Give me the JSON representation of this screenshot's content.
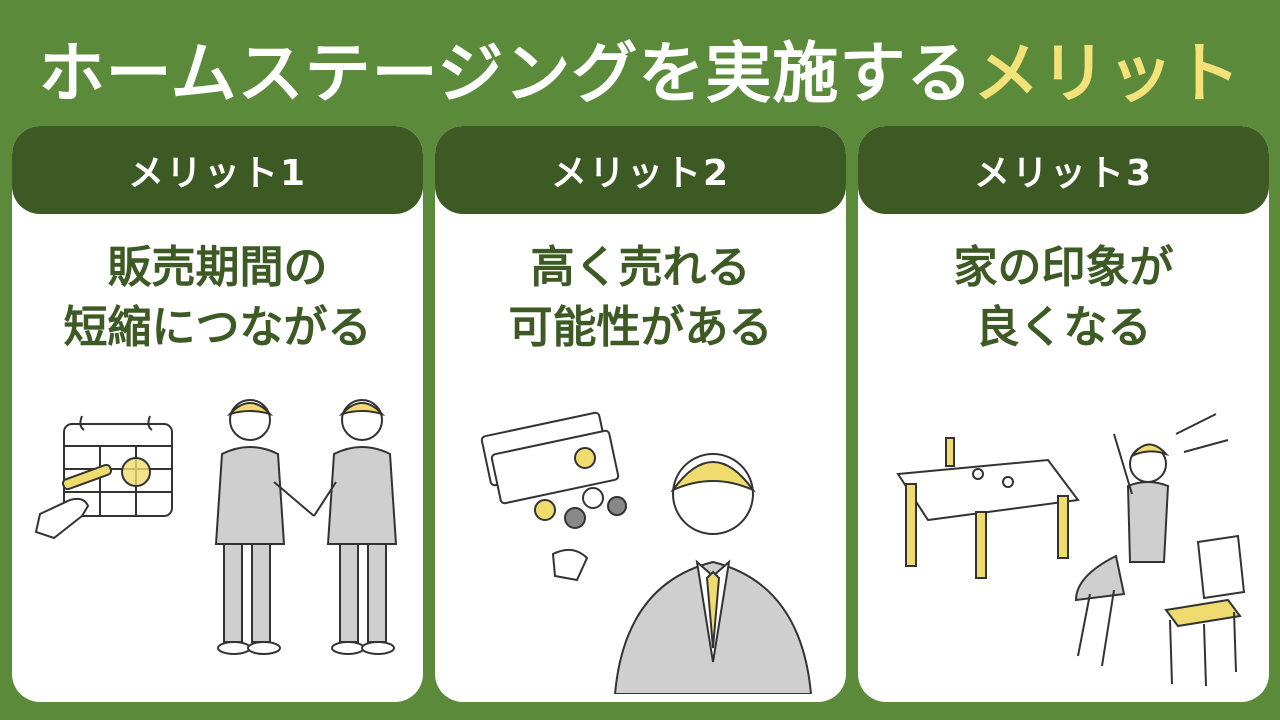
{
  "title": {
    "main": "ホームステージングを実施する",
    "accent": "メリット"
  },
  "cards": [
    {
      "header": "メリット1",
      "line1": "販売期間の",
      "line2": "短縮につながる",
      "illustration": "calendar-handshake-illustration"
    },
    {
      "header": "メリット2",
      "line1": "高く売れる",
      "line2": "可能性がある",
      "illustration": "money-businessman-illustration"
    },
    {
      "header": "メリット3",
      "line1": "家の印象が",
      "line2": "良くなる",
      "illustration": "dining-table-woman-illustration"
    }
  ],
  "colors": {
    "background": "#5a8a3a",
    "header": "#3d5a25",
    "text": "#3d5a25",
    "accent": "#f3e27a",
    "illustration_yellow": "#f0dc6e",
    "suit_gray": "#cfcfcf"
  }
}
